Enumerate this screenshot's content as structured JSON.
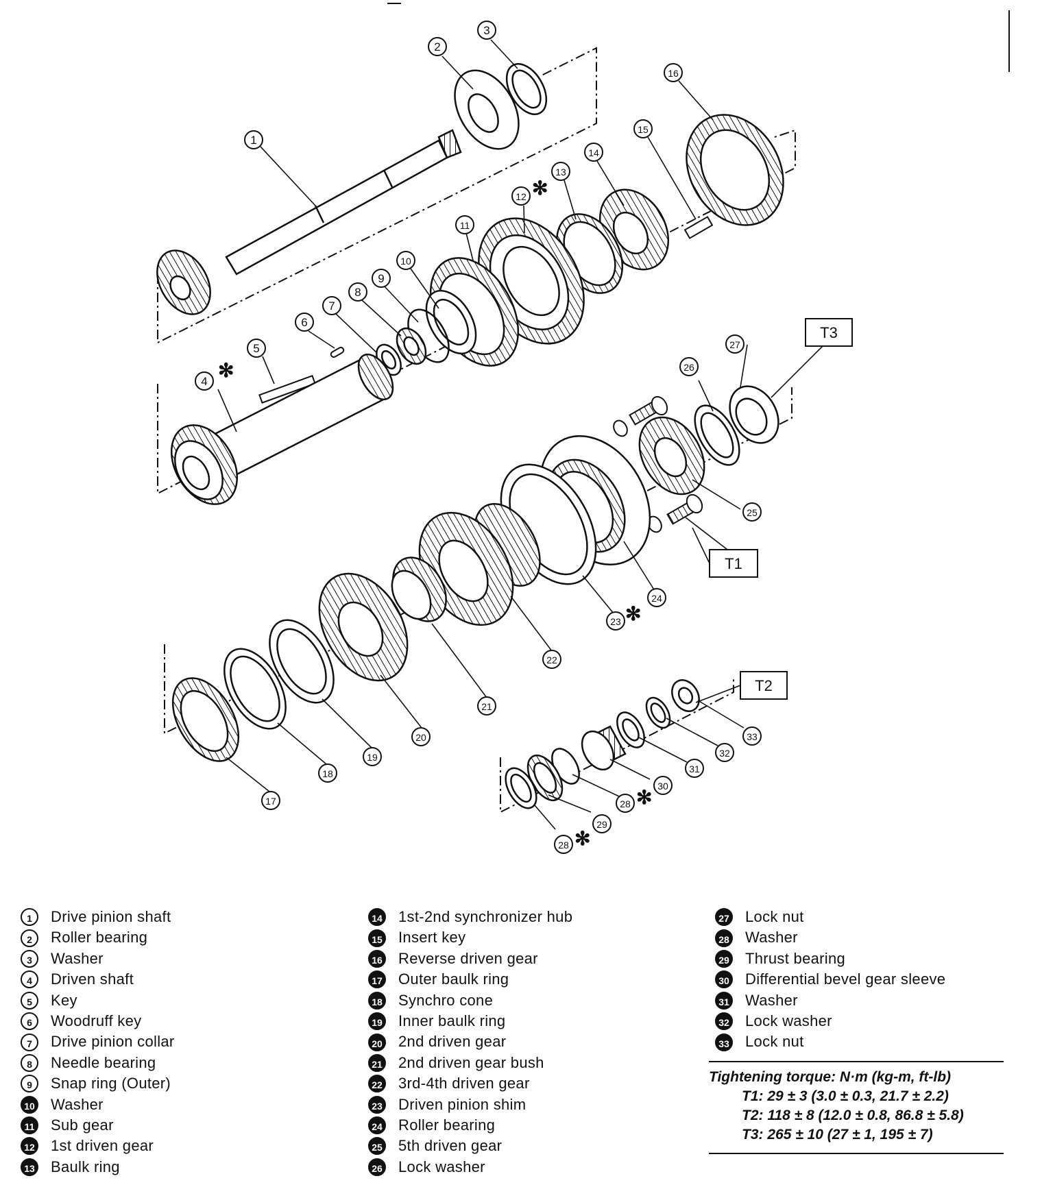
{
  "diagram": {
    "part_numbers": [
      "1",
      "2",
      "3",
      "4",
      "5",
      "6",
      "7",
      "8",
      "9",
      "10",
      "11",
      "12",
      "13",
      "14",
      "15",
      "16",
      "17",
      "18",
      "19",
      "20",
      "21",
      "22",
      "23",
      "24",
      "25",
      "26",
      "27",
      "28",
      "29",
      "30",
      "31",
      "32",
      "33"
    ],
    "asterisk": "✻",
    "torque_tags": {
      "t1": "T1",
      "t2": "T2",
      "t3": "T3"
    }
  },
  "legend": {
    "col1": [
      {
        "num": "1",
        "label": "Drive pinion shaft"
      },
      {
        "num": "2",
        "label": "Roller bearing"
      },
      {
        "num": "3",
        "label": "Washer"
      },
      {
        "num": "4",
        "label": "Driven shaft"
      },
      {
        "num": "5",
        "label": "Key"
      },
      {
        "num": "6",
        "label": "Woodruff key"
      },
      {
        "num": "7",
        "label": "Drive pinion collar"
      },
      {
        "num": "8",
        "label": "Needle bearing"
      },
      {
        "num": "9",
        "label": "Snap ring (Outer)"
      },
      {
        "num": "10",
        "label": "Washer"
      },
      {
        "num": "11",
        "label": "Sub gear"
      },
      {
        "num": "12",
        "label": "1st driven gear"
      },
      {
        "num": "13",
        "label": "Baulk ring"
      }
    ],
    "col2": [
      {
        "num": "14",
        "label": "1st-2nd synchronizer hub"
      },
      {
        "num": "15",
        "label": "Insert key"
      },
      {
        "num": "16",
        "label": "Reverse driven gear"
      },
      {
        "num": "17",
        "label": "Outer baulk ring"
      },
      {
        "num": "18",
        "label": "Synchro cone"
      },
      {
        "num": "19",
        "label": "Inner baulk ring"
      },
      {
        "num": "20",
        "label": "2nd driven gear"
      },
      {
        "num": "21",
        "label": "2nd driven gear bush"
      },
      {
        "num": "22",
        "label": "3rd-4th driven gear"
      },
      {
        "num": "23",
        "label": "Driven pinion shim"
      },
      {
        "num": "24",
        "label": "Roller bearing"
      },
      {
        "num": "25",
        "label": "5th driven gear"
      },
      {
        "num": "26",
        "label": "Lock washer"
      }
    ],
    "col3": [
      {
        "num": "27",
        "label": "Lock nut"
      },
      {
        "num": "28",
        "label": "Washer"
      },
      {
        "num": "29",
        "label": "Thrust bearing"
      },
      {
        "num": "30",
        "label": "Differential bevel gear sleeve"
      },
      {
        "num": "31",
        "label": "Washer"
      },
      {
        "num": "32",
        "label": "Lock washer"
      },
      {
        "num": "33",
        "label": "Lock nut"
      }
    ]
  },
  "torque": {
    "heading": "Tightening torque: N·m (kg-m, ft-lb)",
    "t1": "T1: 29 ± 3 (3.0 ± 0.3, 21.7 ± 2.2)",
    "t2": "T2: 118 ± 8 (12.0 ± 0.8, 86.8 ± 5.8)",
    "t3": "T3: 265 ± 10 (27 ± 1, 195 ± 7)"
  }
}
